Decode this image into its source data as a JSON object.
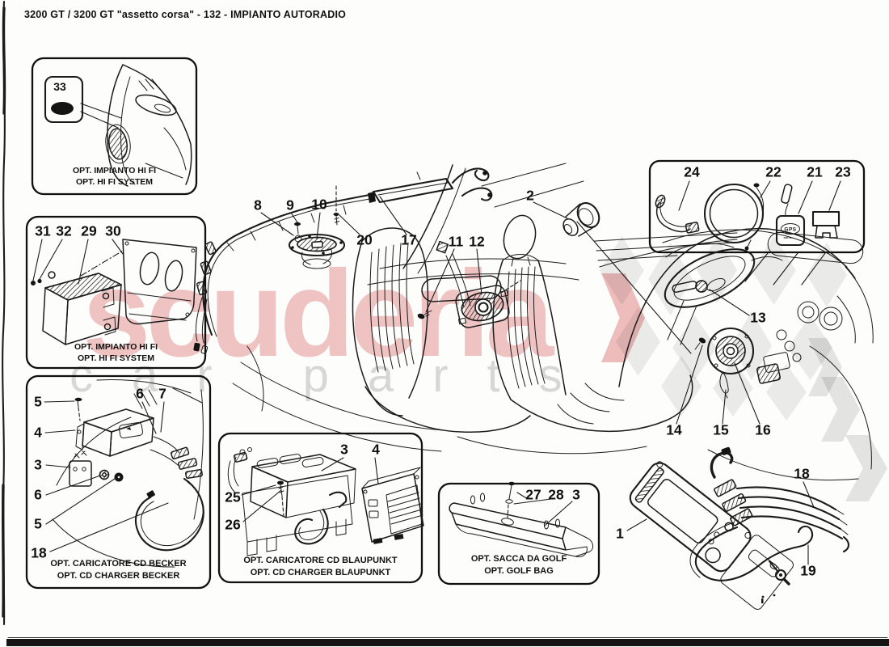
{
  "header": {
    "title": "3200 GT / 3200 GT \"assetto corsa\" - 132 - IMPIANTO AUTORADIO"
  },
  "watermark": {
    "brand": "scuderia",
    "tagline": "car parts"
  },
  "panels": {
    "door_hifi": {
      "caption_l1": "OPT. IMPIANTO HI FI",
      "caption_l2": "OPT. HI FI SYSTEM",
      "p33": "33"
    },
    "amp_hifi": {
      "caption_l1": "OPT. IMPIANTO HI FI",
      "caption_l2": "OPT. HI FI SYSTEM",
      "p31": "31",
      "p32": "32",
      "p29": "29",
      "p30": "30"
    },
    "cd_becker": {
      "caption_l1": "OPT. CARICATORE CD BECKER",
      "caption_l2": "OPT. CD CHARGER BECKER",
      "p5_top": "5",
      "p4": "4",
      "p3": "3",
      "p6_left": "6",
      "p5_mid": "5",
      "p18": "18",
      "p6_top": "6",
      "p7": "7"
    },
    "cd_blaupunkt": {
      "caption_l1": "OPT. CARICATORE CD BLAUPUNKT",
      "caption_l2": "OPT. CD CHARGER BLAUPUNKT",
      "p3": "3",
      "p4": "4",
      "p25": "25",
      "p26": "26"
    },
    "golf_bag": {
      "caption_l1": "OPT. SACCA DA GOLF",
      "caption_l2": "OPT. GOLF BAG",
      "p27": "27",
      "p28": "28",
      "p3": "3"
    },
    "accessory_kit": {
      "p24": "24",
      "p22": "22",
      "p21": "21",
      "p23": "23",
      "gps_label": "GPS"
    }
  },
  "callouts": {
    "p8": "8",
    "p9": "9",
    "p10": "10",
    "p20": "20",
    "p17": "17",
    "p11": "11",
    "p12": "12",
    "p2": "2",
    "p13": "13",
    "p14": "14",
    "p15": "15",
    "p16": "16",
    "p1": "1",
    "p18": "18",
    "p19": "19"
  }
}
